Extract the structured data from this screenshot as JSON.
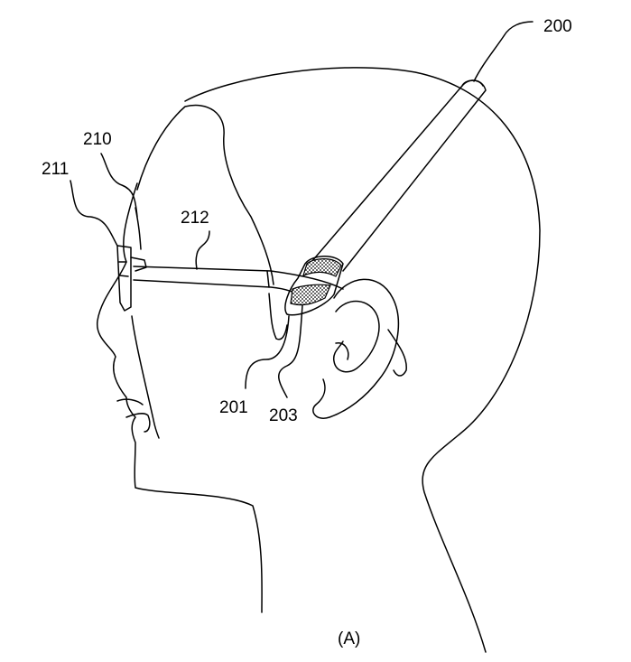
{
  "figure": {
    "caption": "(A)",
    "labels": {
      "l200": "200",
      "l210": "210",
      "l211": "211",
      "l212": "212",
      "l201": "201",
      "l203": "203"
    }
  }
}
